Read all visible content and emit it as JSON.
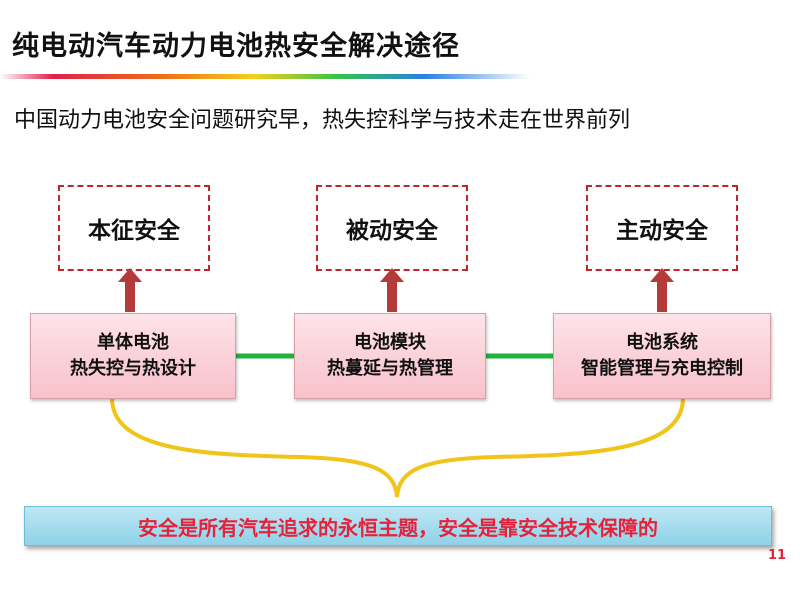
{
  "slide": {
    "title": "纯电动汽车动力电池热安全解决途径",
    "subtitle": "中国动力电池安全问题研究早，热失控科学与技术走在世界前列",
    "page_number": "11"
  },
  "diagram": {
    "safety_types": [
      "本征安全",
      "被动安全",
      "主动安全"
    ],
    "layers": [
      {
        "line1": "单体电池",
        "line2": "热失控与热设计"
      },
      {
        "line1": "电池模块",
        "line2": "热蔓延与热管理"
      },
      {
        "line1": "电池系统",
        "line2": "智能管理与充电控制"
      }
    ],
    "conclusion": "安全是所有汽车追求的永恒主题，安全是靠安全技术保障的"
  },
  "colors": {
    "arrow_fill": "#b53a3a",
    "dashed_border": "#c0262c",
    "connector_green": "#1fb23c",
    "brace_yellow": "#f0c419",
    "conclusion_text": "#e8213b"
  }
}
